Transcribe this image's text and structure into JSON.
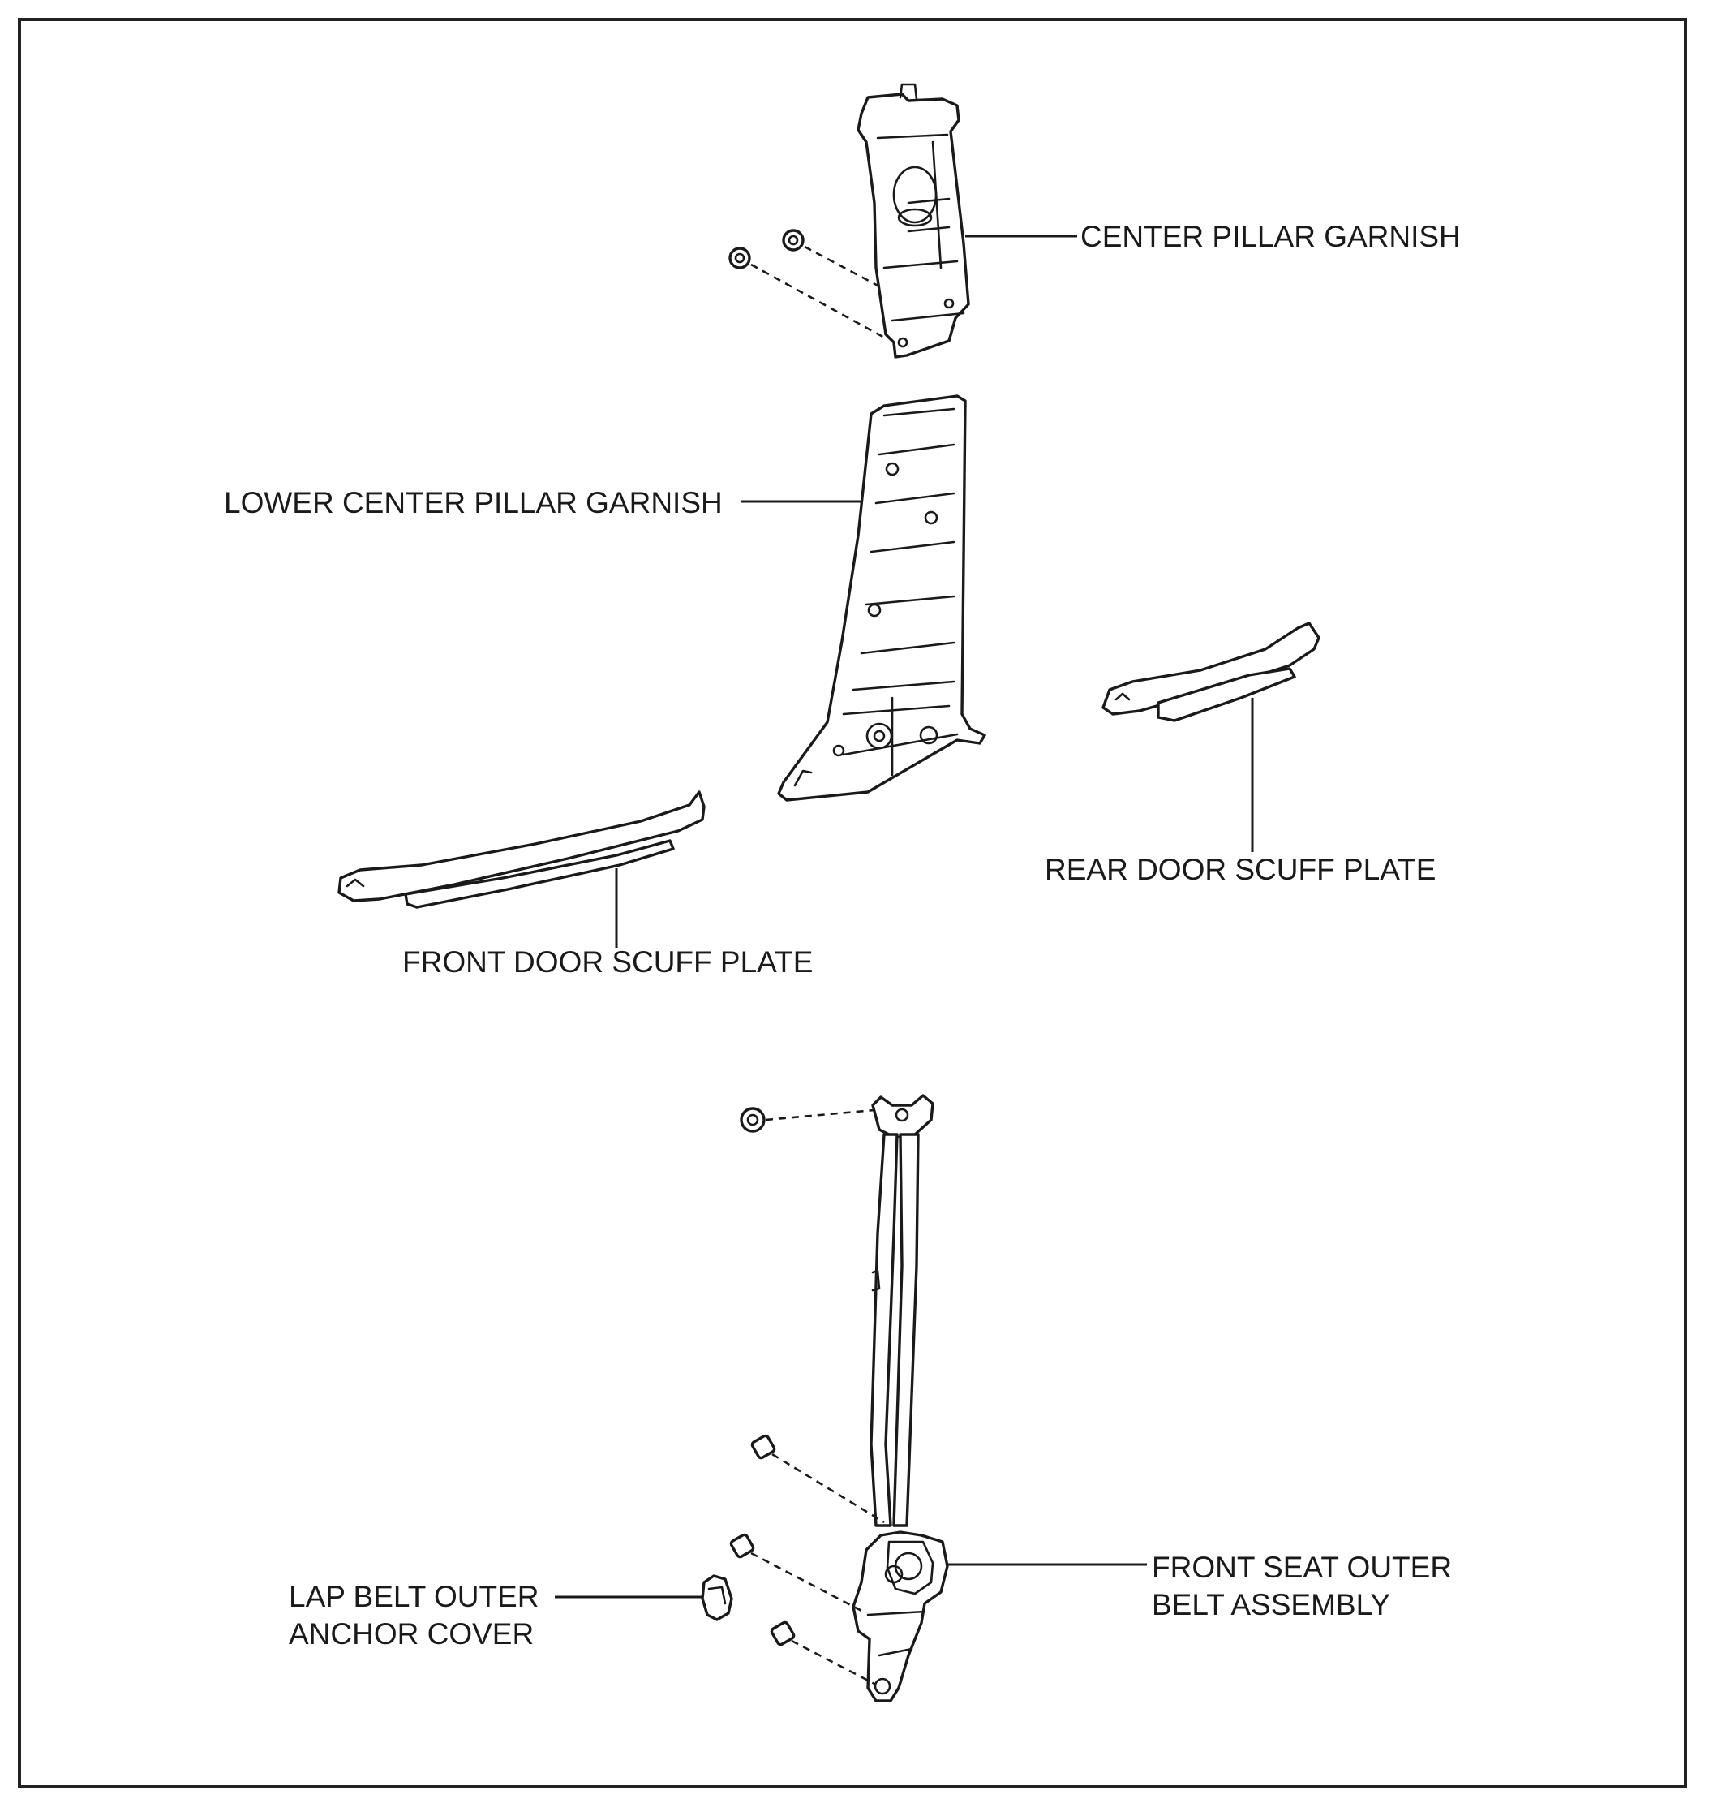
{
  "labels": {
    "center_pillar_garnish": "CENTER PILLAR GARNISH",
    "lower_center_pillar_garnish": "LOWER CENTER PILLAR GARNISH",
    "rear_door_scuff_plate": "REAR DOOR SCUFF PLATE",
    "front_door_scuff_plate": "FRONT DOOR SCUFF PLATE",
    "front_seat_outer_belt_assembly": [
      "FRONT SEAT OUTER",
      "BELT ASSEMBLY"
    ],
    "lap_belt_outer_anchor_cover": [
      "LAP BELT OUTER",
      "ANCHOR COVER"
    ]
  },
  "colors": {
    "line": "#1a1a1a",
    "background": "#ffffff"
  }
}
